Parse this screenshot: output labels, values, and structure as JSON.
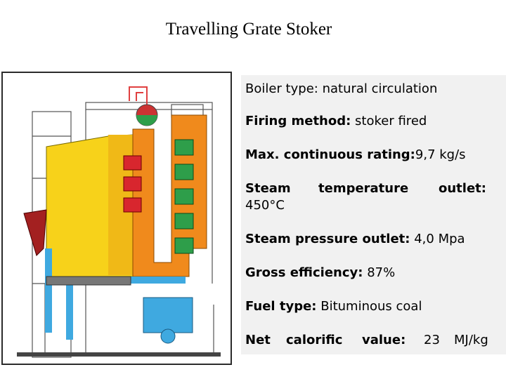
{
  "title": "Travelling Grate Stoker",
  "specs": {
    "boiler_type": {
      "label": "Boiler type:",
      "value": "natural circulation"
    },
    "firing_method": {
      "label": "Firing method:",
      "value": "stoker fired"
    },
    "max_rating": {
      "label": "Max. continuous rating:",
      "value": "9,7 kg/s"
    },
    "steam_temperature": {
      "word1": "Steam",
      "word2": "temperature",
      "word3": "outlet:",
      "value": "450°C"
    },
    "steam_pressure": {
      "label": "Steam pressure outlet:",
      "value": "4,0 Mpa"
    },
    "gross_efficiency": {
      "label": "Gross efficiency:",
      "value": "87%"
    },
    "fuel_type": {
      "label": "Fuel type:",
      "value": "Bituminous coal"
    },
    "net_calorific": {
      "word1": "Net",
      "word2": "calorific",
      "word3": "value:",
      "value": "23",
      "unit": "MJ/kg"
    }
  }
}
